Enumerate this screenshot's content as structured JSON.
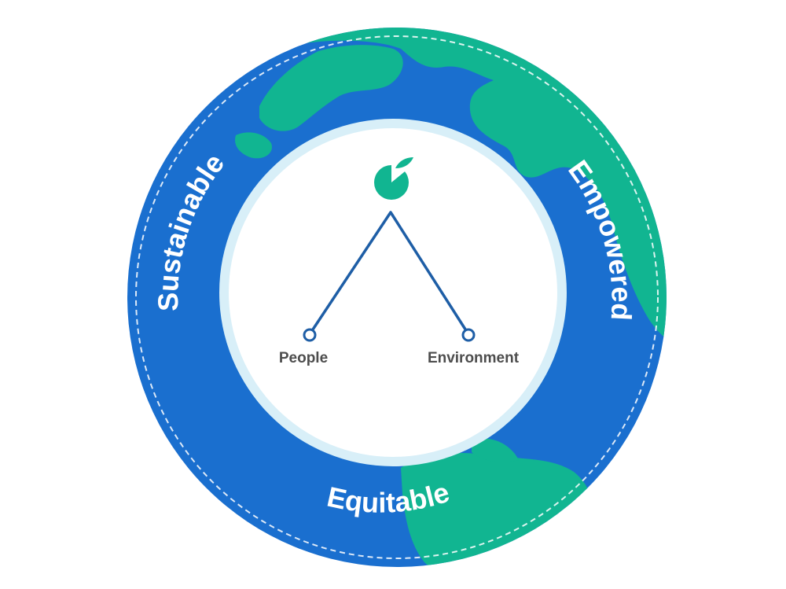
{
  "diagram": {
    "ring_words": {
      "left": "Sustainable",
      "right": "Empowered",
      "bottom": "Equitable"
    },
    "nodes": {
      "left": "People",
      "right": "Environment"
    },
    "logo": "apple-leaf-logo"
  },
  "colors": {
    "ocean": "#1a6fcf",
    "land": "#11b591",
    "inner_ring": "#d8eff8",
    "inner_fill": "#ffffff",
    "line": "#1e5ea6",
    "label_text": "#4d4d4d",
    "ring_text": "#ffffff"
  }
}
